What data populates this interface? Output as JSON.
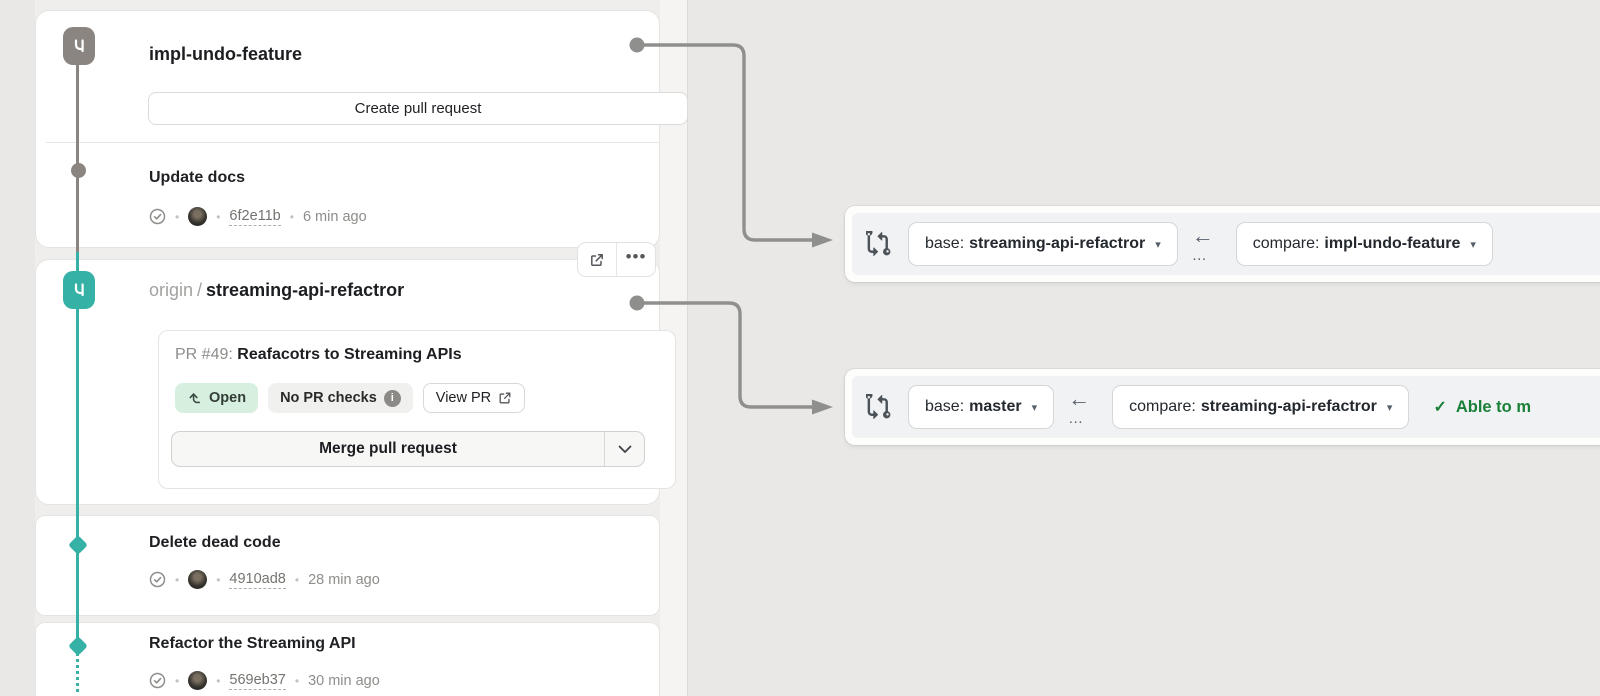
{
  "colors": {
    "accent_teal": "#35b1a6",
    "muted_taupe": "#8a8580",
    "connector_gray": "#8f8f8d",
    "open_badge_bg": "#d7efdf",
    "merge_ok_green": "#1a8038",
    "canvas_bg": "#e9e8e6"
  },
  "icons": {
    "caret_down": "▾",
    "arrow_left": "←",
    "ellipsis_under_arrow": "…",
    "menu_dots": "•••",
    "dot_sep": "•",
    "check_mark": "✓",
    "info": "i"
  },
  "stack": {
    "branch_top": {
      "name": "impl-undo-feature",
      "create_pr_label": "Create pull request"
    },
    "branch_remote": {
      "remote": "origin",
      "slash": "/",
      "name": "streaming-api-refactror"
    },
    "commits": [
      {
        "title": "Update docs",
        "hash": "6f2e11b",
        "time": "6 min ago"
      },
      {
        "title": "Delete dead code",
        "hash": "4910ad8",
        "time": "28 min ago"
      },
      {
        "title": "Refactor the Streaming API",
        "hash": "569eb37",
        "time": "30 min ago"
      }
    ],
    "pr": {
      "label": "PR #49:",
      "title": "Reafacotrs to Streaming APIs",
      "status": "Open",
      "checks": "No PR checks",
      "view_label": "View PR",
      "merge_label": "Merge pull request"
    }
  },
  "compare_bars": [
    {
      "base_prefix": "base:",
      "base": "streaming-api-refactror",
      "compare_prefix": "compare:",
      "compare": "impl-undo-feature",
      "status": ""
    },
    {
      "base_prefix": "base:",
      "base": "master",
      "compare_prefix": "compare:",
      "compare": "streaming-api-refactror",
      "status": "Able to m"
    }
  ]
}
